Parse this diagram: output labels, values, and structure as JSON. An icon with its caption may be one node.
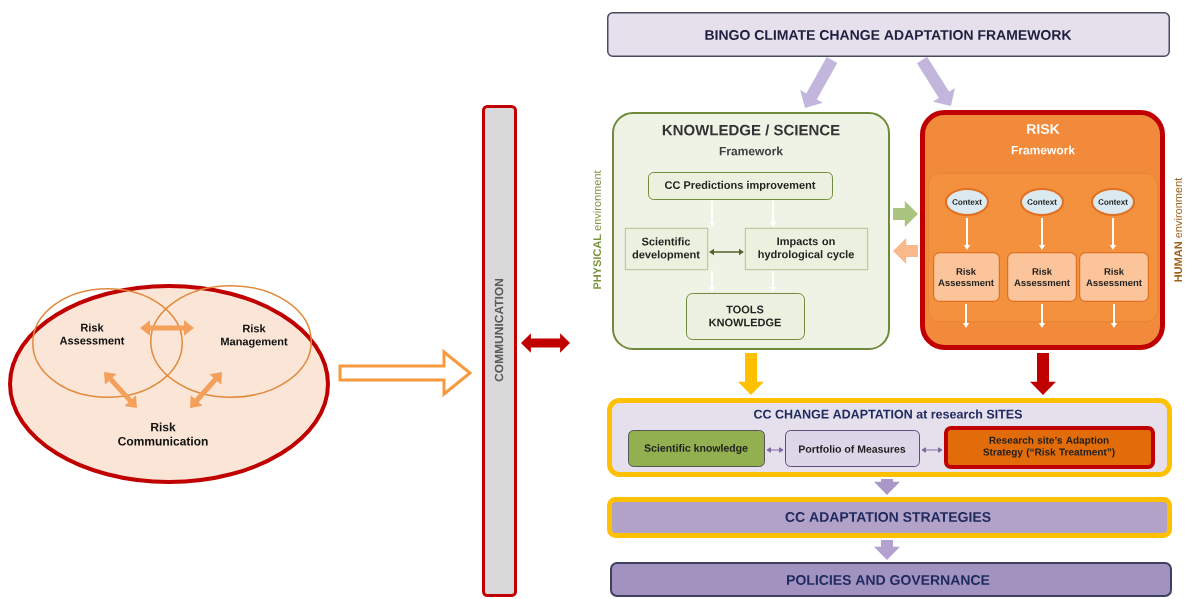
{
  "diagram": {
    "nodes": [
      {
        "text": [],
        "shape": "circle"
      },
      {
        "text": [
          "Risk Assessment"
        ],
        "in": 0
      },
      {
        "text": [
          "Risk Management"
        ],
        "in": 0
      },
      {
        "text": [
          "Risk Communication"
        ],
        "in": 0
      },
      {
        "text": [
          "COMMUNICATION"
        ]
      },
      {
        "text": [
          "BINGO CLIMATE CHANGE  ADAPTATION FRAMEWORK"
        ]
      },
      {
        "text": [
          "KNOWLEDGE / SCIENCE",
          "Framework"
        ],
        "beside": [
          "**PHYSICAL** environment"
        ]
      },
      {
        "text": [
          "CC Predictions improvement"
        ],
        "in": 6
      },
      {
        "text": [
          "Scientific development"
        ],
        "in": 6
      },
      {
        "text": [
          "Impacts on hydrological cycle"
        ],
        "in": 6
      },
      {
        "text": [
          "TOOLS KNOWLEDGE"
        ],
        "in": 6
      },
      {
        "text": [
          "RISK",
          "Framework"
        ],
        "beside": [
          "**HUMAN** environment"
        ]
      },
      {
        "text": [],
        "shape": "box",
        "in": 11
      },
      {
        "text": [
          "Context"
        ],
        "in": 12
      },
      {
        "text": [
          "Context"
        ],
        "in": 12
      },
      {
        "text": [
          "Context"
        ],
        "in": 12
      },
      {
        "text": [
          "Risk Assessment"
        ],
        "in": 12
      },
      {
        "text": [
          "Risk Assessment"
        ],
        "in": 12
      },
      {
        "text": [
          "Risk Assessment"
        ],
        "in": 12
      },
      {
        "text": [
          "CC CHANGE ADAPTATION at research SITES"
        ]
      },
      {
        "text": [
          "Scientific knowledge"
        ],
        "in": 19
      },
      {
        "text": [
          "Portfolio of Measures"
        ],
        "in": 19
      },
      {
        "text": [
          "Research site’s Adaption Strategy (“Risk Treatment”)"
        ],
        "in": 19
      },
      {
        "text": [
          "CC ADAPTATION  STRATEGIES"
        ]
      },
      {
        "text": [
          "POLICIES AND GOVERNANCE"
        ]
      }
    ],
    "edges": [
      {
        "from": 1,
        "to": 2,
        "arrow": "both",
        "style": "thick",
        "color": "#f4a05a"
      },
      {
        "from": 1,
        "to": 3,
        "arrow": "both",
        "style": "thick",
        "color": "#f4a05a"
      },
      {
        "from": 2,
        "to": 3,
        "arrow": "both",
        "style": "thick",
        "color": "#f4a05a"
      },
      {
        "from": 0,
        "to": 4,
        "arrow": "to",
        "style": "thick",
        "color": "#f79a3e"
      },
      {
        "from": 4,
        "to": 6,
        "arrow": "both",
        "style": "thick",
        "color": "#c00000"
      },
      {
        "from": 5,
        "to": 6,
        "arrow": "to",
        "style": "thick",
        "color": "#c3b6dc"
      },
      {
        "from": 5,
        "to": 11,
        "arrow": "to",
        "style": "thick",
        "color": "#c3b6dc"
      },
      {
        "from": 6,
        "to": 11,
        "arrow": "to",
        "style": "thick",
        "color": "#a9c47f"
      },
      {
        "from": 11,
        "to": 6,
        "arrow": "to",
        "style": "thick",
        "color": "#f9b98a"
      },
      {
        "from": 7,
        "to": 8,
        "arrow": "to",
        "color": "#ffffff"
      },
      {
        "from": 7,
        "to": 9,
        "arrow": "to",
        "color": "#ffffff"
      },
      {
        "from": 8,
        "to": 9,
        "arrow": "both",
        "color": "#4f6228"
      },
      {
        "from": 8,
        "to": 10,
        "arrow": "to",
        "color": "#ffffff"
      },
      {
        "from": 9,
        "to": 10,
        "arrow": "to",
        "color": "#ffffff"
      },
      {
        "from": 13,
        "to": 16,
        "arrow": "to",
        "color": "#ffffff"
      },
      {
        "from": 14,
        "to": 17,
        "arrow": "to",
        "color": "#ffffff"
      },
      {
        "from": 15,
        "to": 18,
        "arrow": "to",
        "color": "#ffffff"
      },
      {
        "from": 16,
        "to": null,
        "arrow": "to",
        "color": "#ffffff"
      },
      {
        "from": 17,
        "to": null,
        "arrow": "to",
        "color": "#ffffff"
      },
      {
        "from": 18,
        "to": null,
        "arrow": "to",
        "color": "#ffffff"
      },
      {
        "from": 6,
        "to": 19,
        "arrow": "to",
        "style": "thick",
        "color": "#ffc000"
      },
      {
        "from": 11,
        "to": 19,
        "arrow": "to",
        "style": "thick",
        "color": "#c00000"
      },
      {
        "from": 20,
        "to": 21,
        "arrow": "both",
        "color": "#7f6a9f"
      },
      {
        "from": 21,
        "to": 22,
        "arrow": "both",
        "color": "#7f6a9f"
      },
      {
        "from": 19,
        "to": 23,
        "arrow": "to",
        "style": "thick",
        "color": "#a898c8"
      },
      {
        "from": 23,
        "to": 24,
        "arrow": "to",
        "style": "thick",
        "color": "#b3a2d0"
      }
    ]
  }
}
